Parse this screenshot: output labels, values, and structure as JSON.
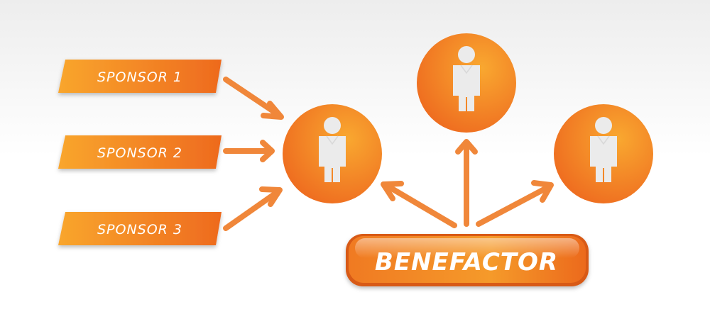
{
  "sponsors": [
    {
      "label": "SPONSOR 1"
    },
    {
      "label": "SPONSOR 2"
    },
    {
      "label": "SPONSOR 3"
    }
  ],
  "benefactor": {
    "label": "BENEFACTOR"
  },
  "nodes": [
    {
      "role": "recipient",
      "icon": "person-icon"
    },
    {
      "role": "beneficiary",
      "icon": "person-icon"
    },
    {
      "role": "beneficiary",
      "icon": "person-icon"
    }
  ],
  "colors": {
    "orange_light": "#f8a62a",
    "orange_dark": "#ee6a1e",
    "arrow": "#f0873a",
    "figure": "#ebebeb"
  }
}
